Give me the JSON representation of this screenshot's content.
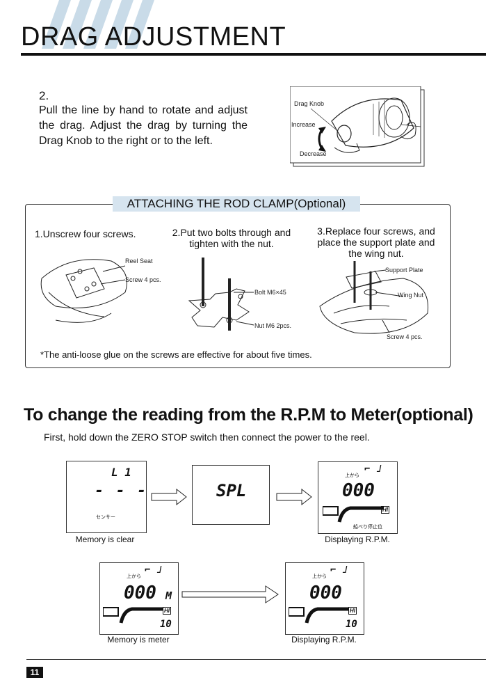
{
  "header": {
    "title": "DRAG ADJUSTMENT"
  },
  "drag_step": {
    "number": "2.",
    "text": "Pull the line by hand to rotate and adjust the drag. Adjust the drag by turning the Drag Knob to the right or to the left.",
    "figure_labels": {
      "knob": "Drag Knob",
      "increase": "Increase",
      "decrease": "Decrease"
    }
  },
  "rod_clamp": {
    "title": "ATTACHING THE ROD CLAMP(Optional)",
    "steps": [
      "1.Unscrew four screws.",
      "2.Put two bolts through and tighten with the nut.",
      "3.Replace four screws, and place the support plate and the wing nut."
    ],
    "labels": {
      "reel_seat": "Reel Seat",
      "screw_1": "Screw 4 pcs.",
      "bolt": "Bolt M6×45",
      "nut": "Nut M6 2pcs.",
      "support_plate": "Support Plate",
      "wing_nut": "Wing Nut",
      "screw_3": "Screw 4 pcs."
    },
    "note": "*The anti-loose glue on the screws are effective for about five times."
  },
  "rpm_meter": {
    "heading": "To change the reading from the R.P.M to Meter(optional)",
    "instruction": "First, hold down the ZERO STOP switch then connect the power to the reel.",
    "displays": {
      "d1": {
        "top": "L 1",
        "middle": "- - -",
        "small": "センサー",
        "caption": "Memory is clear"
      },
      "d2": {
        "middle": "SPL"
      },
      "d3": {
        "top_small": "上から",
        "digits": "000",
        "hi": "HI",
        "small": "船べり停止位",
        "caption": "Displaying R.P.M."
      },
      "d4": {
        "top_small": "上から",
        "digits": "000",
        "unit": "M",
        "hi": "HI",
        "bottom": "10",
        "caption": "Memory is meter"
      },
      "d5": {
        "top_small": "上から",
        "digits": "000",
        "hi": "HI",
        "bottom": "10",
        "caption": "Displaying R.P.M."
      }
    }
  },
  "footer": {
    "page": "11"
  }
}
